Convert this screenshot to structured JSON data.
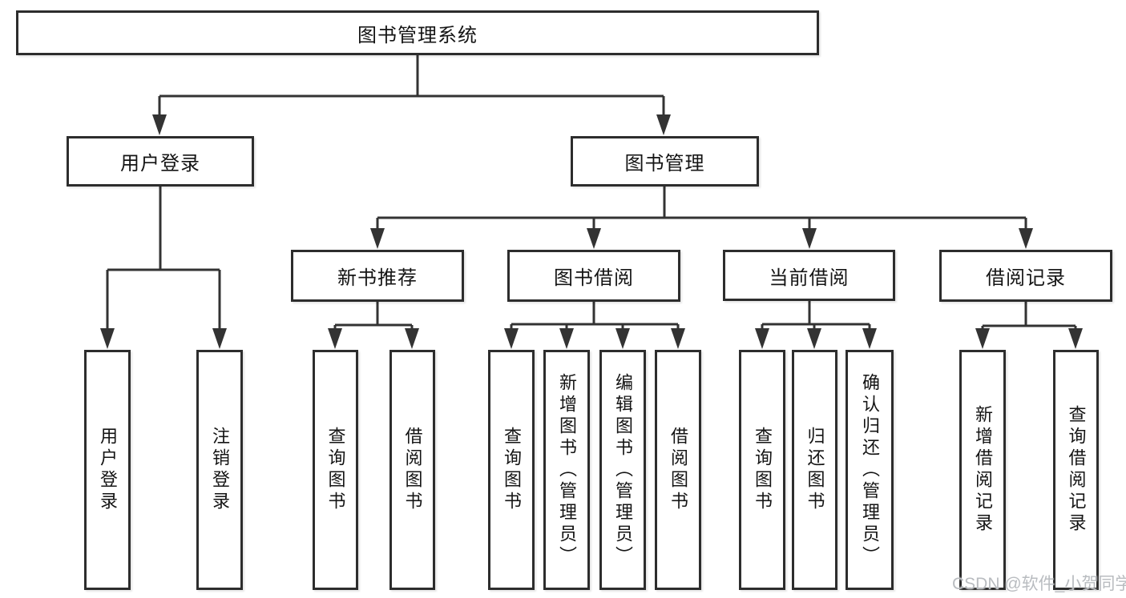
{
  "diagram": {
    "root": "图书管理系统",
    "level2": {
      "user_login": "用户登录",
      "book_mgmt": "图书管理"
    },
    "level3": {
      "new_books": "新书推荐",
      "book_borrow": "图书借阅",
      "current_borrow": "当前借阅",
      "borrow_records": "借阅记录"
    },
    "leaves": {
      "user_login": "用户登录",
      "logout": "注销登录",
      "nb_query_book": "查询图书",
      "nb_borrow_book": "借阅图书",
      "bb_query_book": "查询图书",
      "bb_add_book": "新增图书（管理员）",
      "bb_edit_book": "编辑图书（管理员）",
      "bb_borrow_book": "借阅图书",
      "cb_query_book": "查询图书",
      "cb_return_book": "归还图书",
      "cb_confirm_return": "确认归还（管理员）",
      "rec_add_record": "新增借阅记录",
      "rec_query_record": "查询借阅记录"
    }
  },
  "watermark": "CSDN @软件_小贺同学",
  "colors": {
    "line": "#333333",
    "box_border": "#2d2d2d",
    "text": "#141414",
    "background": "#ffffff",
    "watermark": "#b9bcc0"
  }
}
